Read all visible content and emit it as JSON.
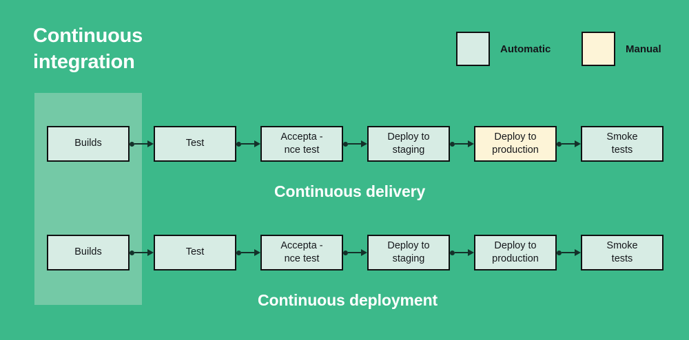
{
  "diagram": {
    "background_color": "#3cb98a",
    "highlight_color": "#74c9a6",
    "automatic_color": "#d7ece4",
    "manual_color": "#fdf4d7",
    "stroke_color": "#0f1011",
    "title": {
      "line1": "Continuous",
      "line2": "integration"
    },
    "captions": {
      "delivery": "Continuous delivery",
      "deployment": "Continuous deployment"
    },
    "legend": [
      {
        "label": "Automatic",
        "kind": "automatic",
        "color": "#d7ece4"
      },
      {
        "label": "Manual",
        "kind": "manual",
        "color": "#fdf4d7"
      }
    ],
    "rows": [
      {
        "name": "continuous-delivery",
        "caption": "Continuous delivery",
        "nodes": [
          {
            "line1": "Builds",
            "line2": "",
            "kind": "automatic"
          },
          {
            "line1": "Test",
            "line2": "",
            "kind": "automatic"
          },
          {
            "line1": "Accepta -",
            "line2": "nce test",
            "kind": "automatic"
          },
          {
            "line1": "Deploy to",
            "line2": "staging",
            "kind": "automatic"
          },
          {
            "line1": "Deploy to",
            "line2": "production",
            "kind": "manual"
          },
          {
            "line1": "Smoke",
            "line2": "tests",
            "kind": "automatic"
          }
        ]
      },
      {
        "name": "continuous-deployment",
        "caption": "Continuous deployment",
        "nodes": [
          {
            "line1": "Builds",
            "line2": "",
            "kind": "automatic"
          },
          {
            "line1": "Test",
            "line2": "",
            "kind": "automatic"
          },
          {
            "line1": "Accepta -",
            "line2": "nce test",
            "kind": "automatic"
          },
          {
            "line1": "Deploy to",
            "line2": "staging",
            "kind": "automatic"
          },
          {
            "line1": "Deploy to",
            "line2": "production",
            "kind": "automatic"
          },
          {
            "line1": "Smoke",
            "line2": "tests",
            "kind": "automatic"
          }
        ]
      }
    ]
  }
}
